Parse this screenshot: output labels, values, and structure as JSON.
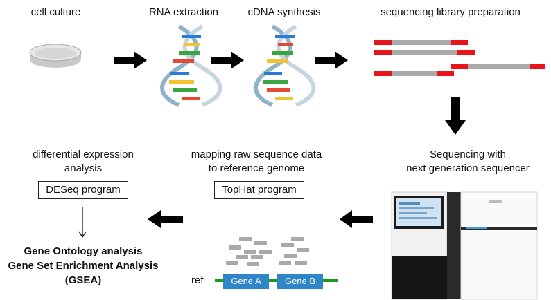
{
  "steps": {
    "cell_culture": "cell culture",
    "rna_extraction": "RNA extraction",
    "cdna_synthesis": "cDNA synthesis",
    "library_prep": "sequencing library preparation",
    "sequencing_line1": "Sequencing with",
    "sequencing_line2": "next generation sequencer",
    "mapping_line1": "mapping raw sequence data",
    "mapping_line2": "to reference genome",
    "mapping_program": "TopHat program",
    "diff_line1": "differential expression",
    "diff_line2": "analysis",
    "diff_program": "DESeq program"
  },
  "results": {
    "line1": "Gene Ontology analysis",
    "line2": "Gene Set Enrichment Analysis",
    "line3": "(GSEA)"
  },
  "genome": {
    "ref_label": "ref",
    "gene_a": "Gene A",
    "gene_b": "Gene B"
  },
  "colors": {
    "arrow": "#000000",
    "read_gray": "#a9a9a9",
    "adapter_red": "#e8141b",
    "gene_blue": "#2e86c8",
    "ref_green": "#1a9a1a"
  }
}
